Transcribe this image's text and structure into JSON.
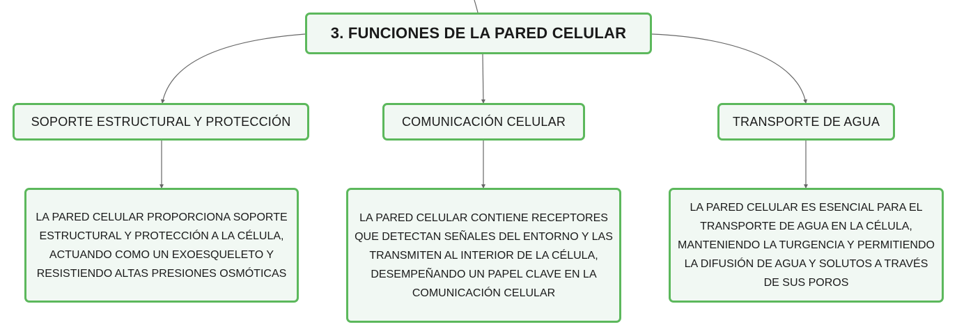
{
  "root": {
    "title": "3. FUNCIONES DE LA PARED CELULAR"
  },
  "branches": [
    {
      "label": "SOPORTE ESTRUCTURAL Y PROTECCIÓN",
      "detail": "LA PARED CELULAR PROPORCIONA SOPORTE ESTRUCTURAL Y PROTECCIÓN A LA CÉLULA, ACTUANDO COMO UN EXOESQUELETO Y RESISTIENDO ALTAS PRESIONES OSMÓTICAS"
    },
    {
      "label": "COMUNICACIÓN CELULAR",
      "detail": "LA PARED CELULAR CONTIENE RECEPTORES QUE DETECTAN SEÑALES DEL ENTORNO Y LAS TRANSMITEN AL INTERIOR DE LA CÉLULA, DESEMPEÑANDO UN PAPEL CLAVE EN LA COMUNICACIÓN CELULAR"
    },
    {
      "label": "TRANSPORTE DE AGUA",
      "detail": "LA PARED CELULAR ES ESENCIAL PARA EL TRANSPORTE DE AGUA EN LA CÉLULA, MANTENIENDO LA TURGENCIA Y PERMITIENDO LA DIFUSIÓN DE AGUA Y SOLUTOS A TRAVÉS DE SUS POROS"
    }
  ],
  "colors": {
    "node_border": "#5cb85c",
    "node_fill": "#f1f8f3",
    "connector": "#666666",
    "text": "#1a1a1a"
  }
}
